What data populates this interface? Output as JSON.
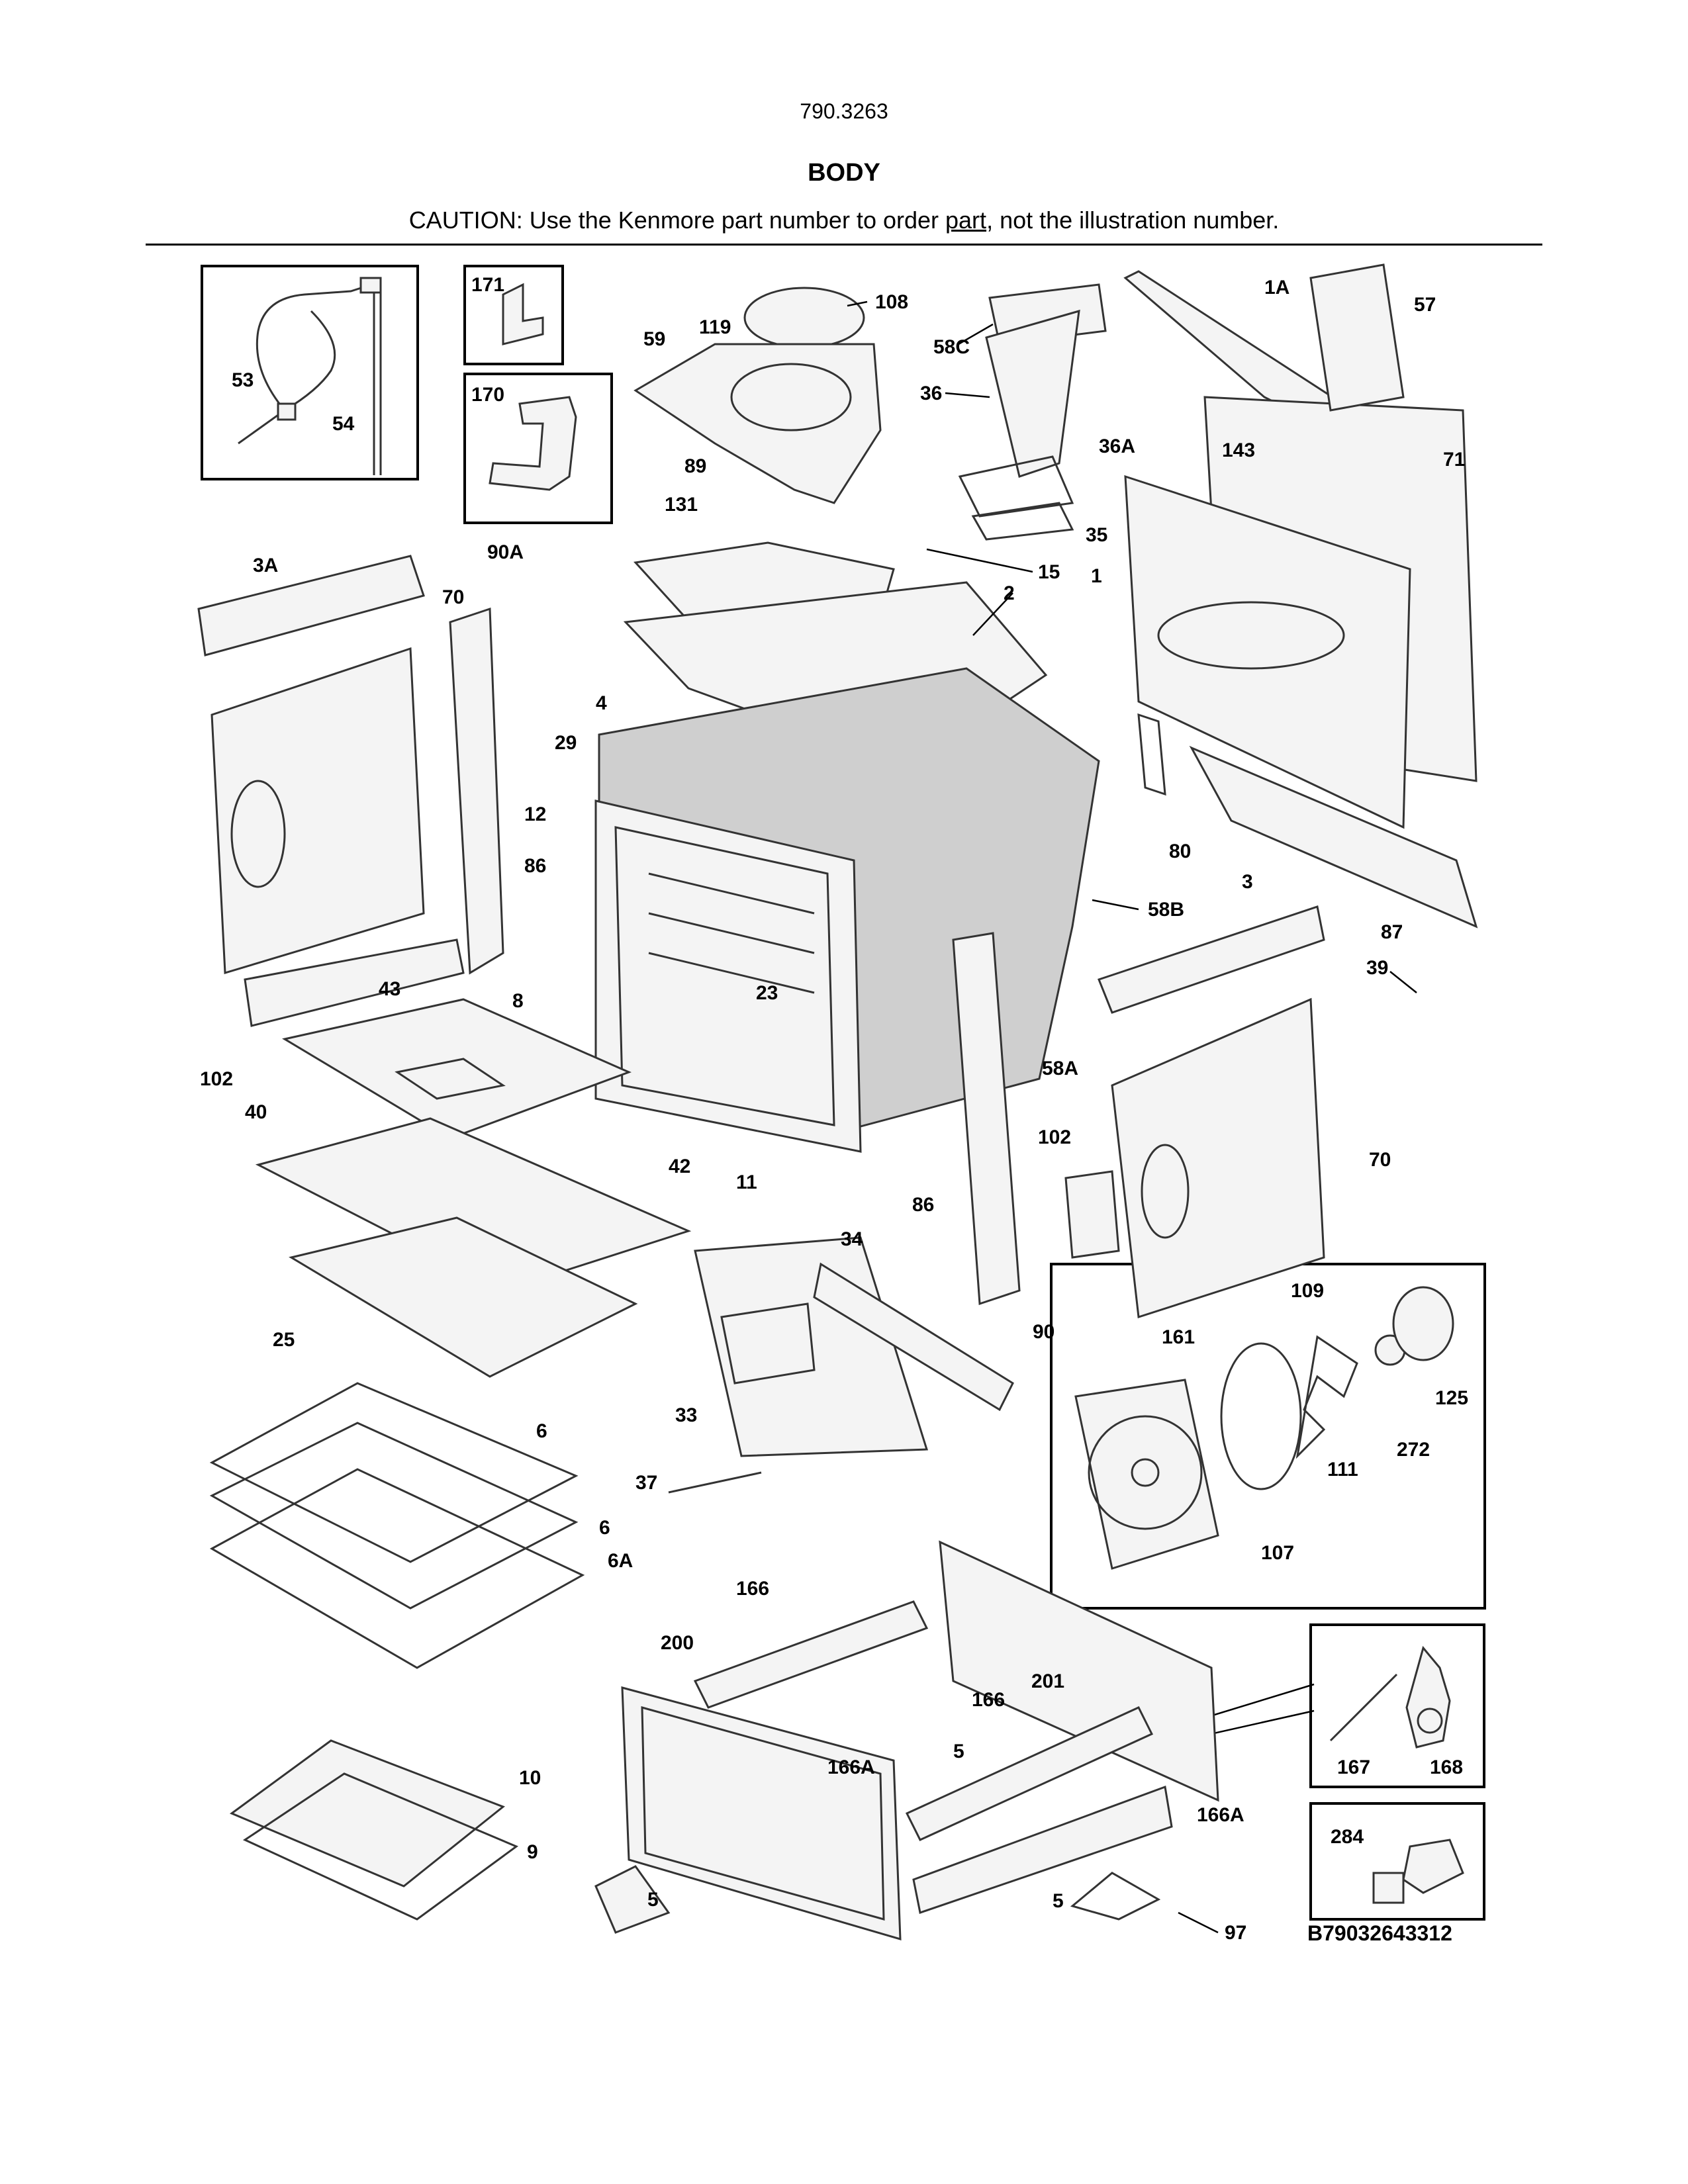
{
  "header": {
    "model_number": "790.3263",
    "title": "BODY",
    "caution_before": "CAUTION: Use the Kenmore part number to order ",
    "caution_link": "part",
    "caution_after": ", not the illustration number."
  },
  "diagram_reference": "B79032643312",
  "inset_callouts": {
    "thermostat_box": [
      "53",
      "54"
    ],
    "bracket_171": "171",
    "bracket_170": "170",
    "convection_fan_box": [
      "109",
      "161",
      "125",
      "272",
      "111",
      "107"
    ],
    "hinge_box": [
      "167",
      "168"
    ],
    "switch_box": "284"
  },
  "callouts": [
    "108",
    "119",
    "59",
    "58C",
    "36",
    "36A",
    "35",
    "89",
    "131",
    "15",
    "2",
    "1A",
    "57",
    "143",
    "71",
    "1",
    "3A",
    "90A",
    "70",
    "4",
    "29",
    "12",
    "86",
    "43",
    "8",
    "102",
    "40",
    "42",
    "25",
    "23",
    "11",
    "58B",
    "58A",
    "80",
    "3",
    "87",
    "39",
    "70",
    "102",
    "86",
    "90",
    "34",
    "33",
    "6",
    "6",
    "6A",
    "37",
    "10",
    "9",
    "5",
    "200",
    "166",
    "166A",
    "201",
    "166",
    "5",
    "166A",
    "5",
    "97"
  ],
  "colors": {
    "cavity_fill": "#cfcfcf",
    "line": "#000000"
  }
}
